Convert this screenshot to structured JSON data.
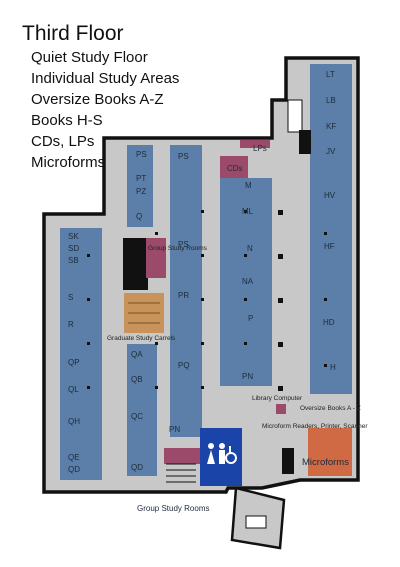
{
  "legend": {
    "title": "Third Floor",
    "lines": [
      "Quiet Study Floor",
      "Individual Study Areas",
      "Oversize Books A-Z",
      "Books H-S",
      "CDs, LPs",
      "Microforms"
    ]
  },
  "stack_labels": {
    "left_column": [
      "SK",
      "SD",
      "SB",
      "S",
      "R",
      "QP",
      "QL",
      "QH",
      "QE",
      "QD"
    ],
    "q_column": [
      "PS",
      "PT",
      "PZ",
      "Q"
    ],
    "qa_column": [
      "QA",
      "QB",
      "QC",
      "QD"
    ],
    "ps_column": [
      "PS",
      "PS",
      "PR",
      "PQ",
      "PN"
    ],
    "m_column": [
      "M",
      "ML",
      "N",
      "NA",
      "P",
      "PN"
    ],
    "right_column": [
      "LT",
      "LB",
      "KF",
      "JV",
      "HV",
      "HF",
      "HD",
      "H"
    ]
  },
  "rooms": {
    "cds": "CDs",
    "lps": "LPs",
    "group_study_top": "Group Study Rooms",
    "graduate_carrels": "Graduate Study Carrels",
    "library_computer": "Library Computer",
    "oversize": "Oversize Books A - Z",
    "microform_equipment": "Microform Readers, Printer, Scanner",
    "microforms": "Microforms",
    "group_study_bottom": "Group Study Rooms"
  },
  "colors": {
    "stacks": "#5b7fa8",
    "floor": "#c8c8c8",
    "wall": "#111111",
    "rooms": "#9b4a6a",
    "carrels": "#c8935a",
    "restroom": "#1a44a8",
    "microforms": "#cf6a45"
  },
  "icons": [
    "restroom-women-icon",
    "restroom-men-icon",
    "accessible-icon"
  ]
}
